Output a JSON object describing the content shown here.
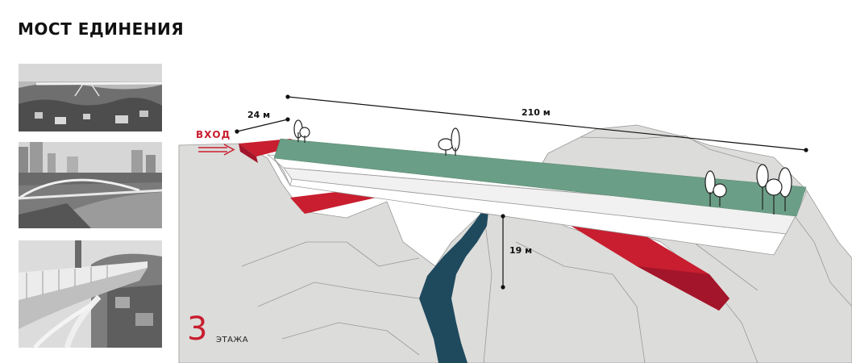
{
  "title": "МОСТ ЕДИНЕНИЯ",
  "photos": [
    {
      "icon": "bridge-photo-aerial-icon"
    },
    {
      "icon": "bridge-photo-river-icon"
    },
    {
      "icon": "bridge-photo-deck-icon"
    }
  ],
  "diagram": {
    "entrance_label": "ВХОД",
    "dim_entrance": "24 м",
    "dim_length": "210 м",
    "dim_height": "19 м"
  },
  "floors": {
    "number": "3",
    "label": "ЭТАЖА"
  },
  "colors": {
    "accent": "#c81e2f",
    "deck": "#6b9e86",
    "river": "#1f4a5e",
    "terrain": "#dcdcda"
  }
}
